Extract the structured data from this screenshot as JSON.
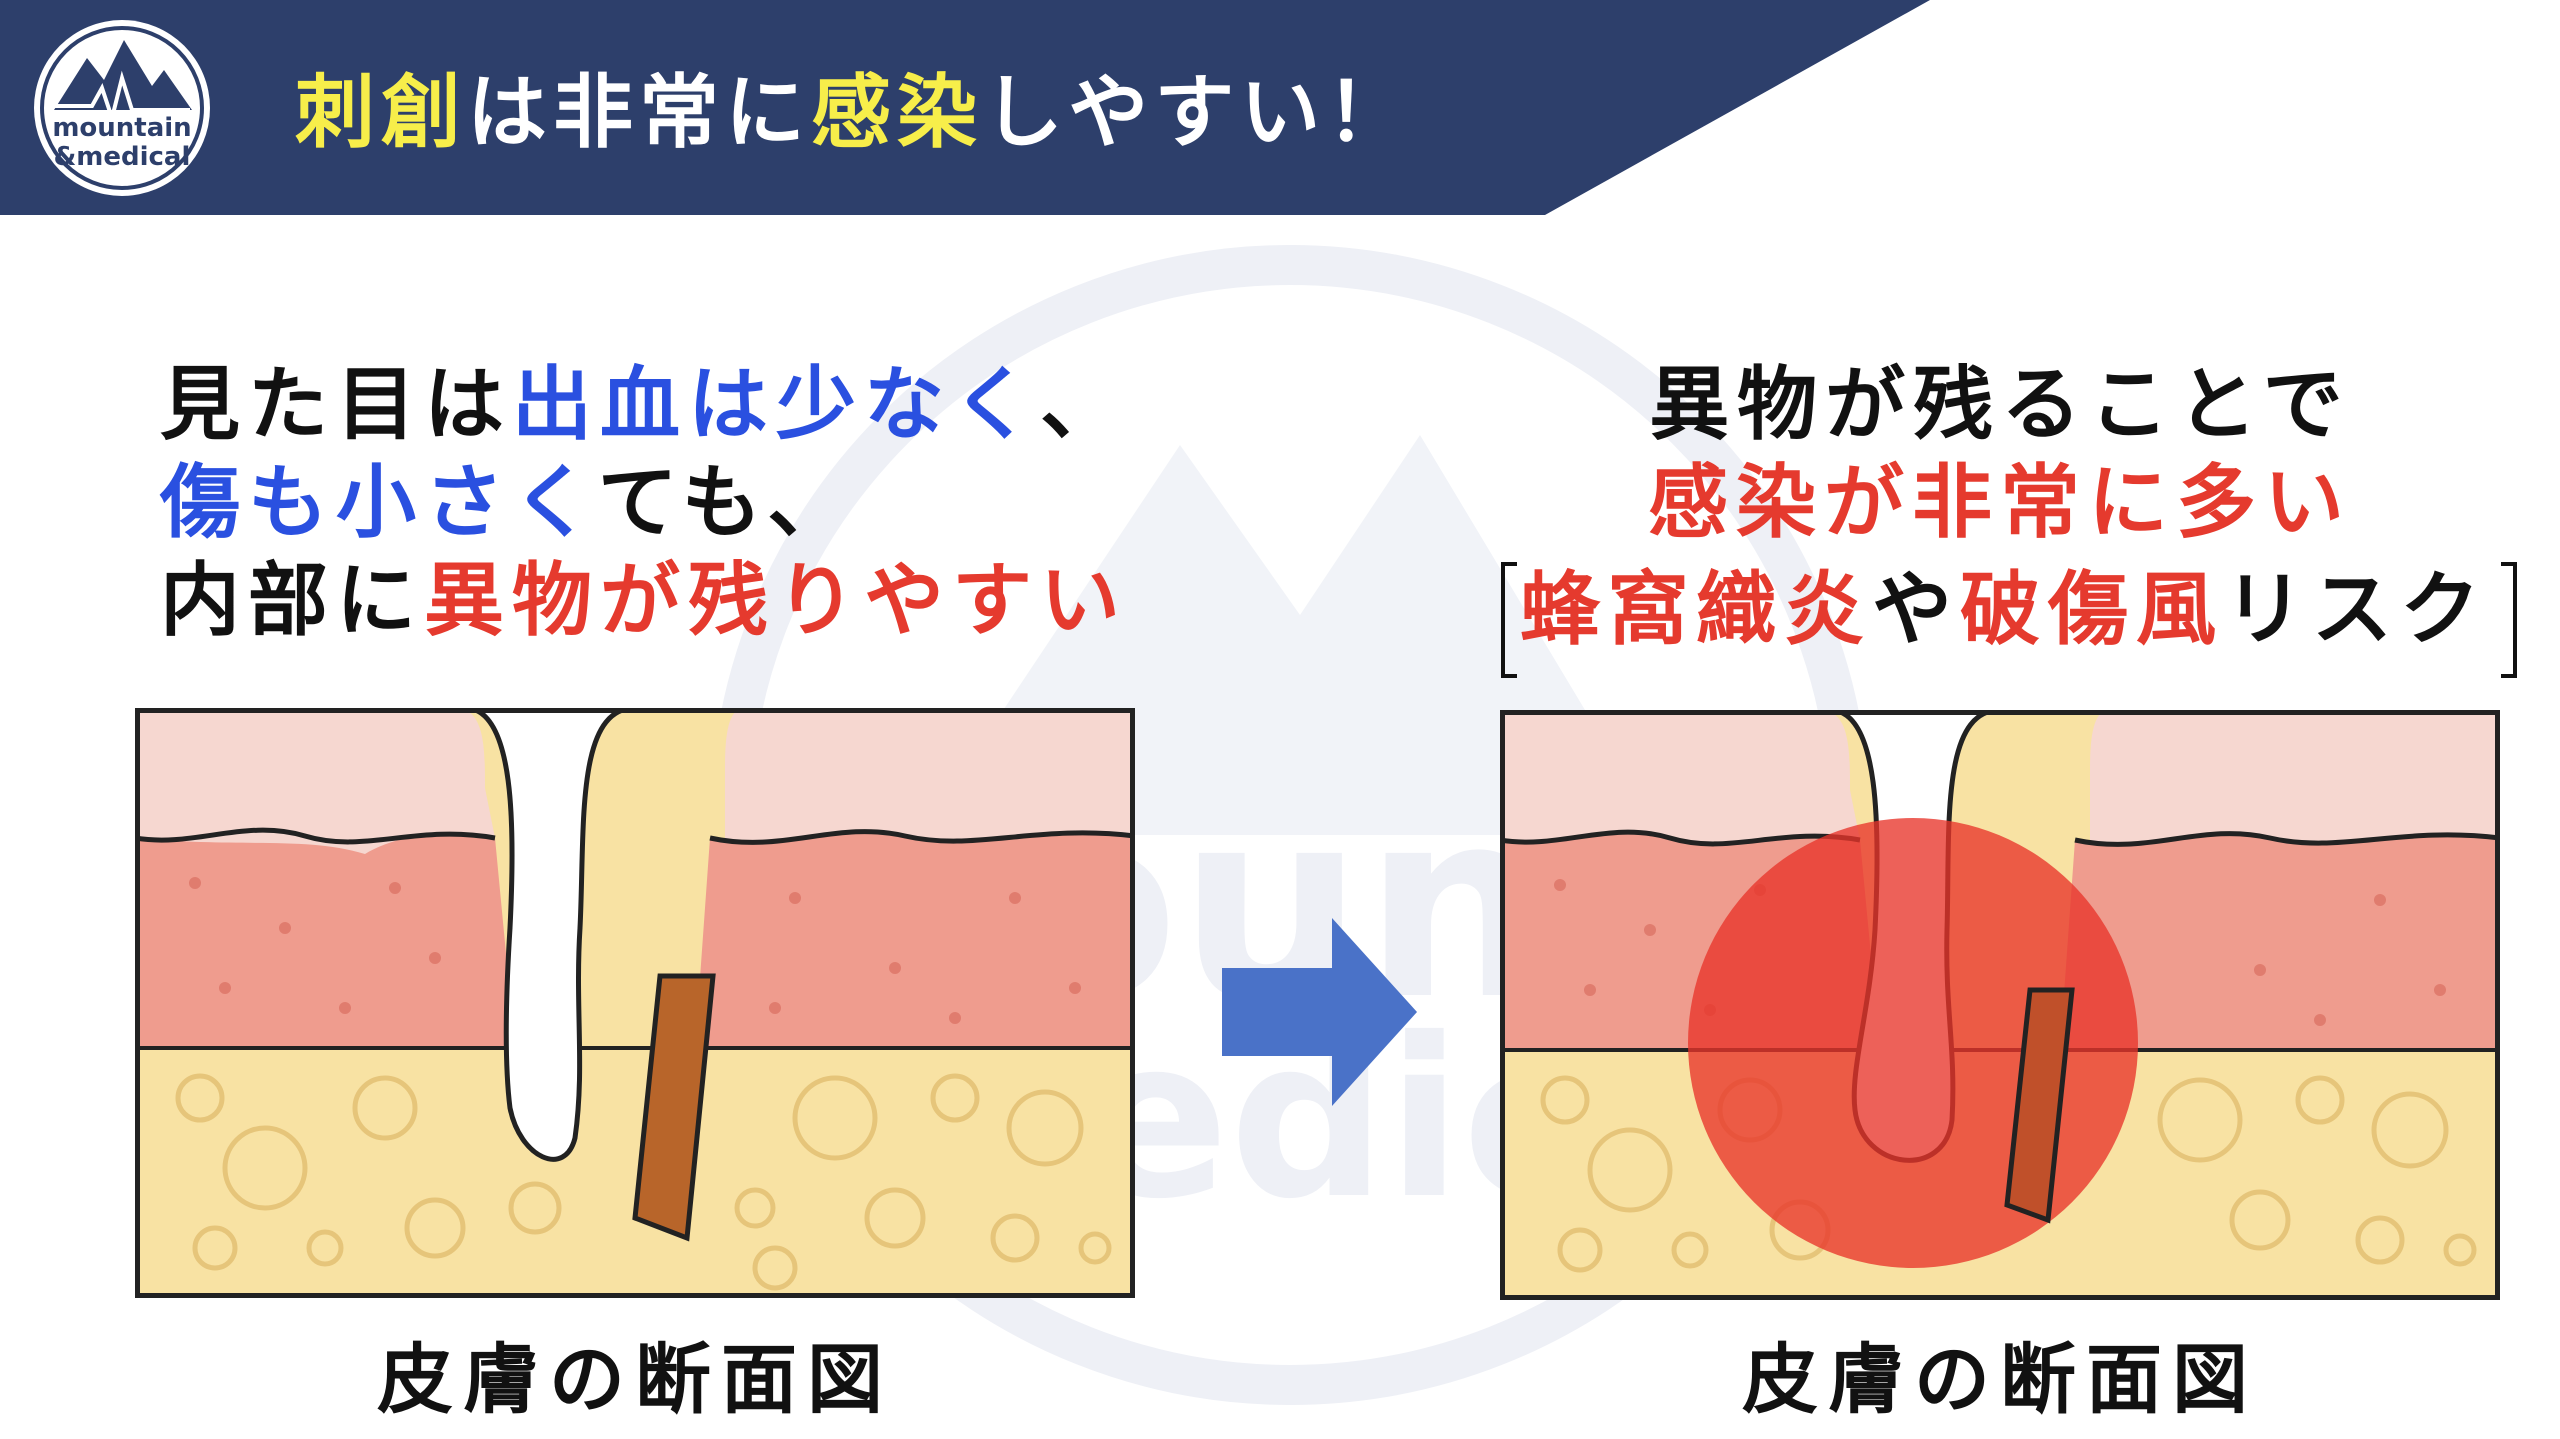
{
  "header": {
    "logo": {
      "line1": "mountain",
      "line2": "&medical"
    },
    "title_parts": [
      "刺創",
      "は非常に",
      "感染",
      "しやすい！"
    ]
  },
  "watermark": {
    "text1": "ountai",
    "text2": "edic"
  },
  "left": {
    "line1": [
      "見た目は",
      "出血は少なく",
      "、"
    ],
    "line2": [
      "傷も小さく",
      "ても、"
    ],
    "line3": [
      "内部に",
      "異物が残りやすい"
    ],
    "caption": "皮膚の断面図"
  },
  "right": {
    "line1": "異物が残ることで",
    "line2": "感染が非常に多い",
    "line3": [
      "蜂窩織炎",
      "や",
      "破傷風",
      "リスク"
    ],
    "caption": "皮膚の断面図"
  },
  "colors": {
    "header_bg": "#2d3f6b",
    "title_highlight": "#f7ee4a",
    "blue_text": "#2a50e0",
    "red_text": "#e53a2e",
    "arrow": "#4a72c8",
    "epidermis": "#f6d7d0",
    "dermis": "#ef9c8e",
    "fat": "#f8e2a3",
    "foreign_body": "#b8652a",
    "infection": "#e8342a"
  },
  "icons": [
    "mountain-logo-icon",
    "right-arrow-icon",
    "foreign-body-icon"
  ]
}
